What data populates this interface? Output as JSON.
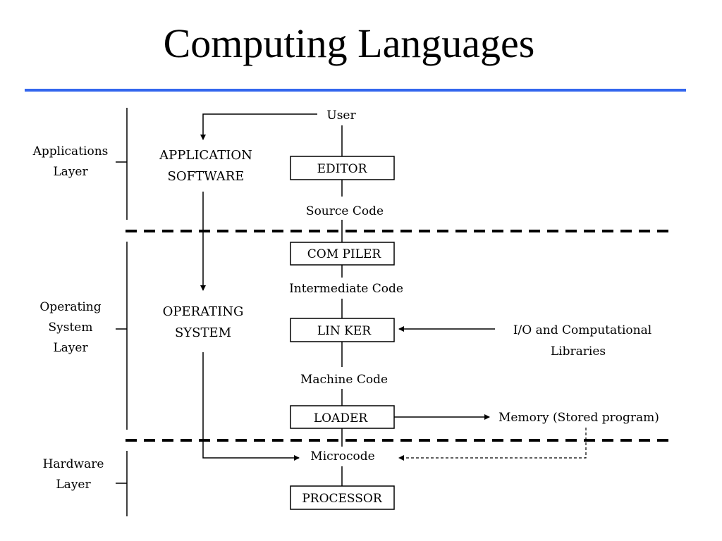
{
  "title": "Computing Languages",
  "colors": {
    "rule": "#3366ee",
    "ink": "#000000",
    "background": "#ffffff"
  },
  "layers": {
    "applications": [
      "Applications",
      "Layer"
    ],
    "operating": [
      "Operating",
      "System",
      "Layer"
    ],
    "hardware": [
      "Hardware",
      "Layer"
    ]
  },
  "software": {
    "application": [
      "APPLICATION",
      "SOFTWARE"
    ],
    "os": [
      "OPERATING",
      "SYSTEM"
    ]
  },
  "flow": {
    "user": "User",
    "editor": "EDITOR",
    "source_code": "Source Code",
    "compiler": "COM PILER",
    "intermediate_code": "Intermediate Code",
    "linker": "LIN KER",
    "machine_code": "Machine Code",
    "loader": "LOADER",
    "microcode": "Microcode",
    "processor": "PROCESSOR"
  },
  "side": {
    "libraries": [
      "I/O and Computational",
      "Libraries"
    ],
    "memory": "Memory (Stored program)"
  }
}
